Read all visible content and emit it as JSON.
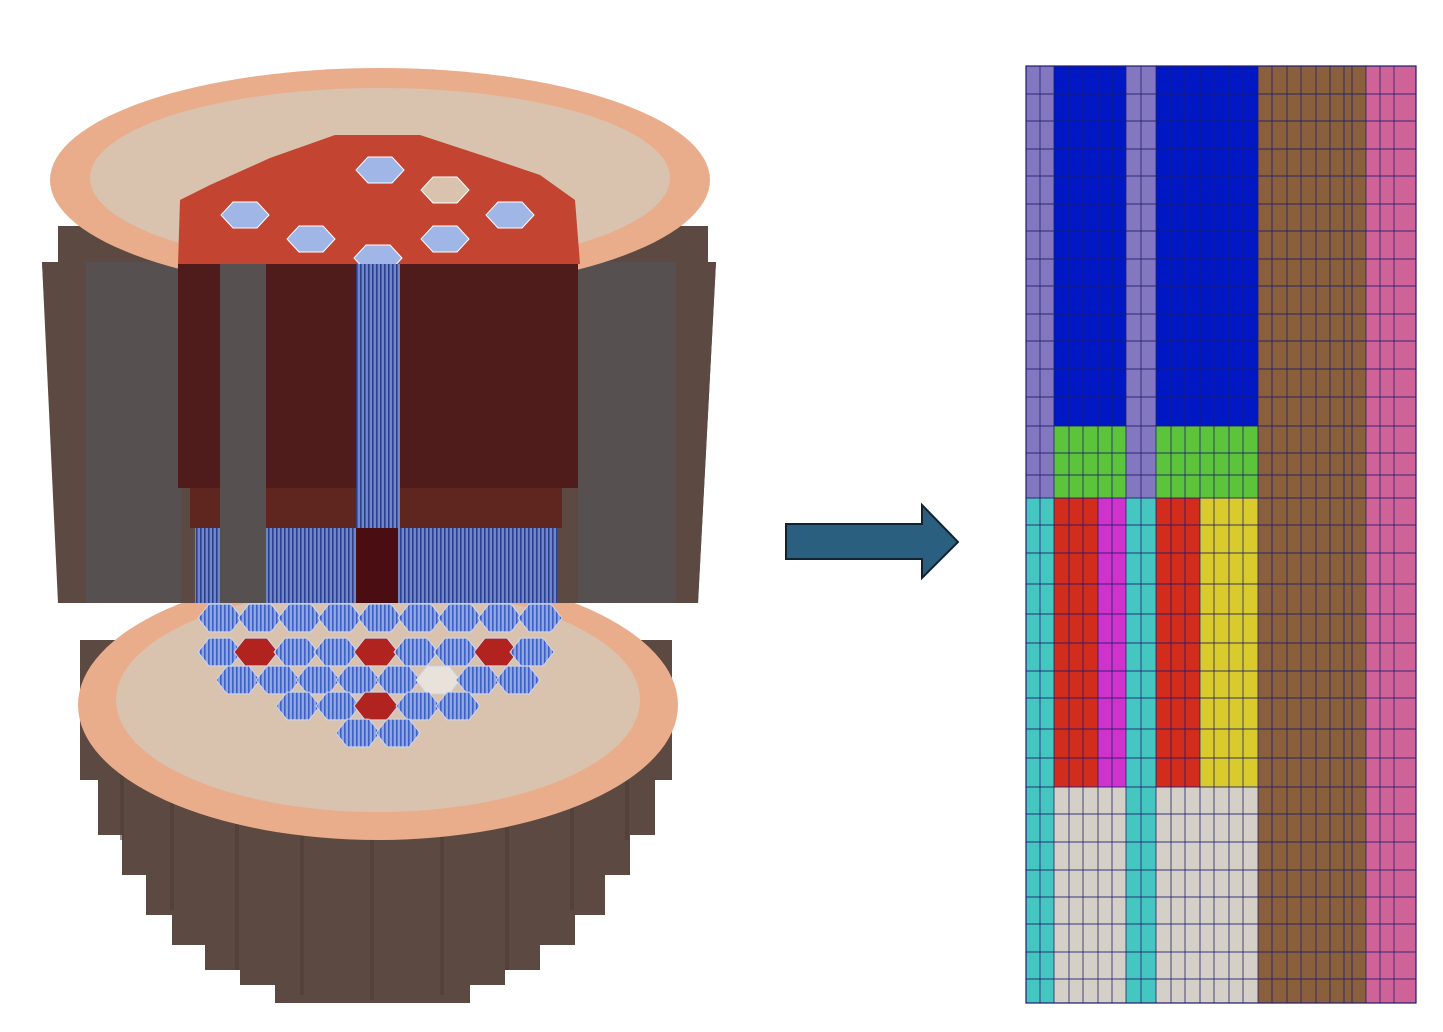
{
  "figure": {
    "left_panel": {
      "name": "reactor-core-3d-model",
      "colors": {
        "reflector_outer": "#e9ad8c",
        "reflector_inner": "#d9c3af",
        "fuel_zone": "#c44432",
        "body_side": "#5c4a42",
        "cutaway_overlay": "#4a1c1a",
        "hex_assembly": "#9fb6e6",
        "hex_assembly_pattern": "#3f5fc4"
      }
    },
    "arrow": {
      "name": "right-arrow",
      "color": "#2a5f80"
    },
    "right_panel": {
      "name": "axial-mesh-grid",
      "grid_line_color": "#1e1b6e",
      "region_colors": {
        "lavender": "#8378c0",
        "blue": "#0018c4",
        "green": "#5bc43a",
        "cyan": "#45c6c0",
        "red": "#d12c1c",
        "magenta": "#cf33cb",
        "yellow": "#d9ca2e",
        "light_gray": "#d4cfc7",
        "brown": "#8a5f3c",
        "pink": "#cf6397"
      }
    }
  }
}
